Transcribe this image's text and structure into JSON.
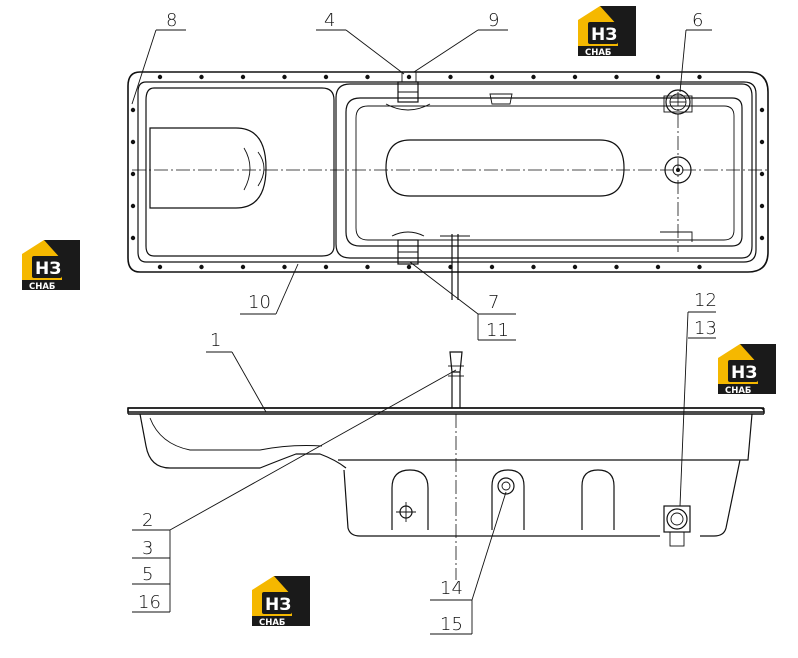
{
  "callouts": {
    "n1": "1",
    "n2": "2",
    "n3": "3",
    "n4": "4",
    "n5": "5",
    "n6": "6",
    "n7": "7",
    "n8": "8",
    "n9": "9",
    "n10": "10",
    "n11": "11",
    "n12": "12",
    "n13": "13",
    "n14": "14",
    "n15": "15",
    "n16": "16"
  },
  "watermark": {
    "top": "НЗ",
    "bottom": "СНАБ",
    "color_yellow": "#f5b800",
    "color_dark": "#1a1a1a"
  }
}
